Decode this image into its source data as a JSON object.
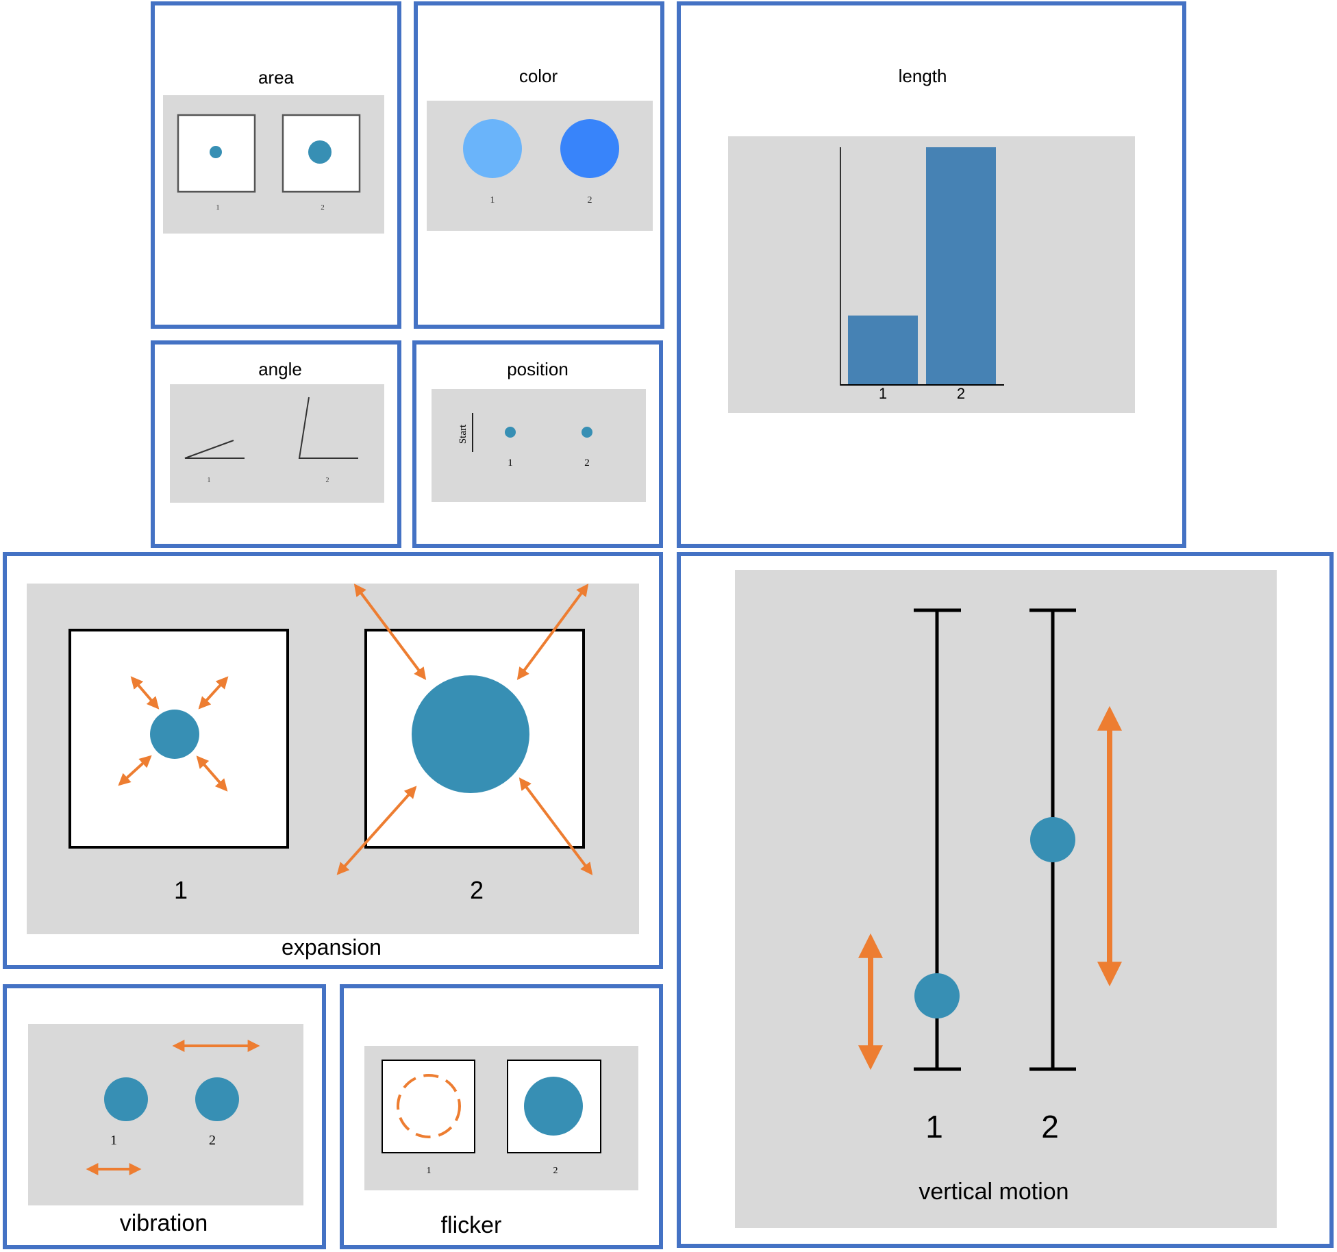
{
  "colors": {
    "frame": "#4472C4",
    "panel_bg": "#D9D9D9",
    "mark": "#378FB4",
    "arrow": "#ED7D31",
    "color_light": "#6AB4FA",
    "color_dark": "#3884FA",
    "bar": "#4682B4"
  },
  "panels": {
    "area": {
      "title": "area",
      "labels": [
        "1",
        "2"
      ]
    },
    "color": {
      "title": "color",
      "labels": [
        "1",
        "2"
      ]
    },
    "length": {
      "title": "length",
      "labels": [
        "1",
        "2"
      ],
      "bar_values": [
        29,
        100
      ]
    },
    "angle": {
      "title": "angle",
      "labels": [
        "1",
        "2"
      ]
    },
    "position": {
      "title": "position",
      "start_label": "Start",
      "labels": [
        "1",
        "2"
      ]
    },
    "expansion": {
      "title": "expansion",
      "labels": [
        "1",
        "2"
      ]
    },
    "vertical_motion": {
      "title": "vertical motion",
      "labels": [
        "1",
        "2"
      ]
    },
    "vibration": {
      "title": "vibration",
      "labels": [
        "1",
        "2"
      ]
    },
    "flicker": {
      "title": "flicker",
      "labels": [
        "1",
        "2"
      ]
    }
  }
}
